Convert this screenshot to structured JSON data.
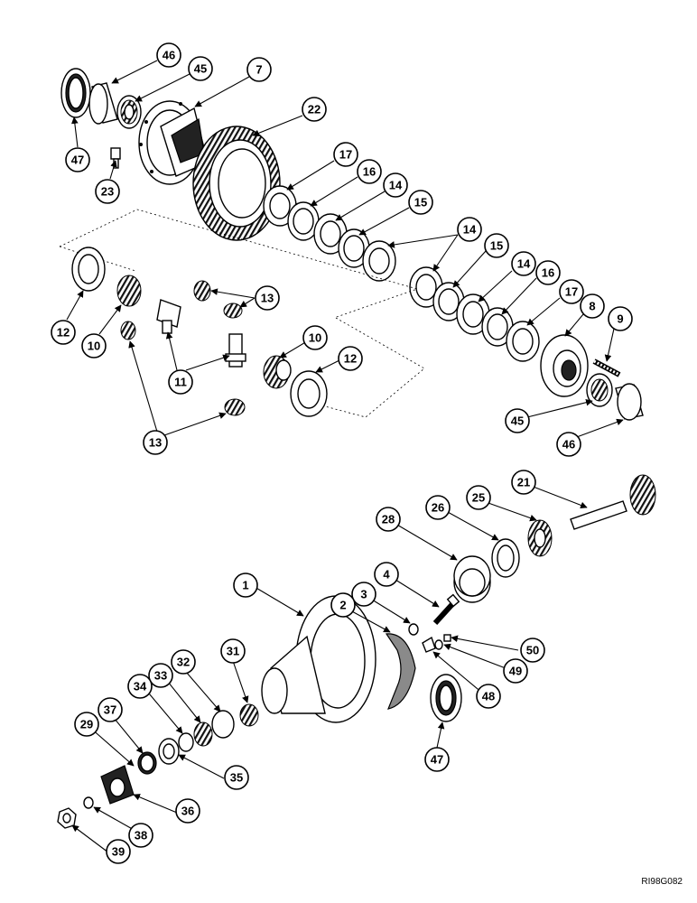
{
  "diagram": {
    "reference_code": "RI98G082",
    "callouts": [
      "46",
      "45",
      "7",
      "47",
      "23",
      "22",
      "17",
      "16",
      "14",
      "15",
      "14",
      "15",
      "14",
      "16",
      "17",
      "8",
      "9",
      "12",
      "10",
      "13",
      "11",
      "10",
      "12",
      "13",
      "45",
      "46",
      "21",
      "25",
      "26",
      "28",
      "1",
      "4",
      "3",
      "2",
      "50",
      "49",
      "48",
      "31",
      "32",
      "33",
      "34",
      "37",
      "29",
      "35",
      "36",
      "38",
      "39",
      "47"
    ]
  }
}
